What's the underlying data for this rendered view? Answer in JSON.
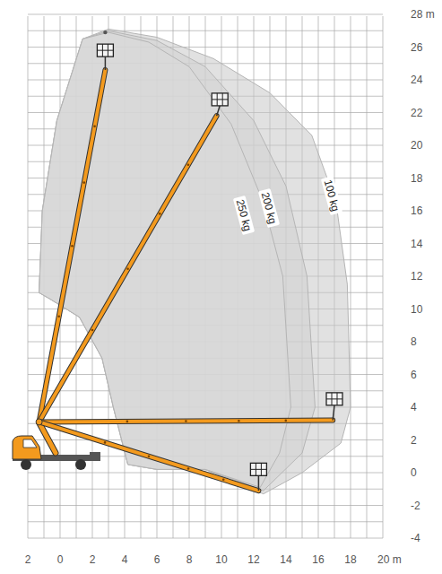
{
  "diagram": {
    "labels": [
      "28 m",
      "26",
      "24",
      "22",
      "20",
      "18",
      "16",
      "14",
      "12",
      "10",
      "8",
      "6",
      "4",
      "2",
      "0",
      "-2",
      "-4",
      "2",
      "0",
      "2",
      "4",
      "6",
      "8",
      "10",
      "12",
      "14",
      "16",
      "18",
      "20 m",
      "250 kg",
      "200 kg",
      "100 kg"
    ]
  }
}
